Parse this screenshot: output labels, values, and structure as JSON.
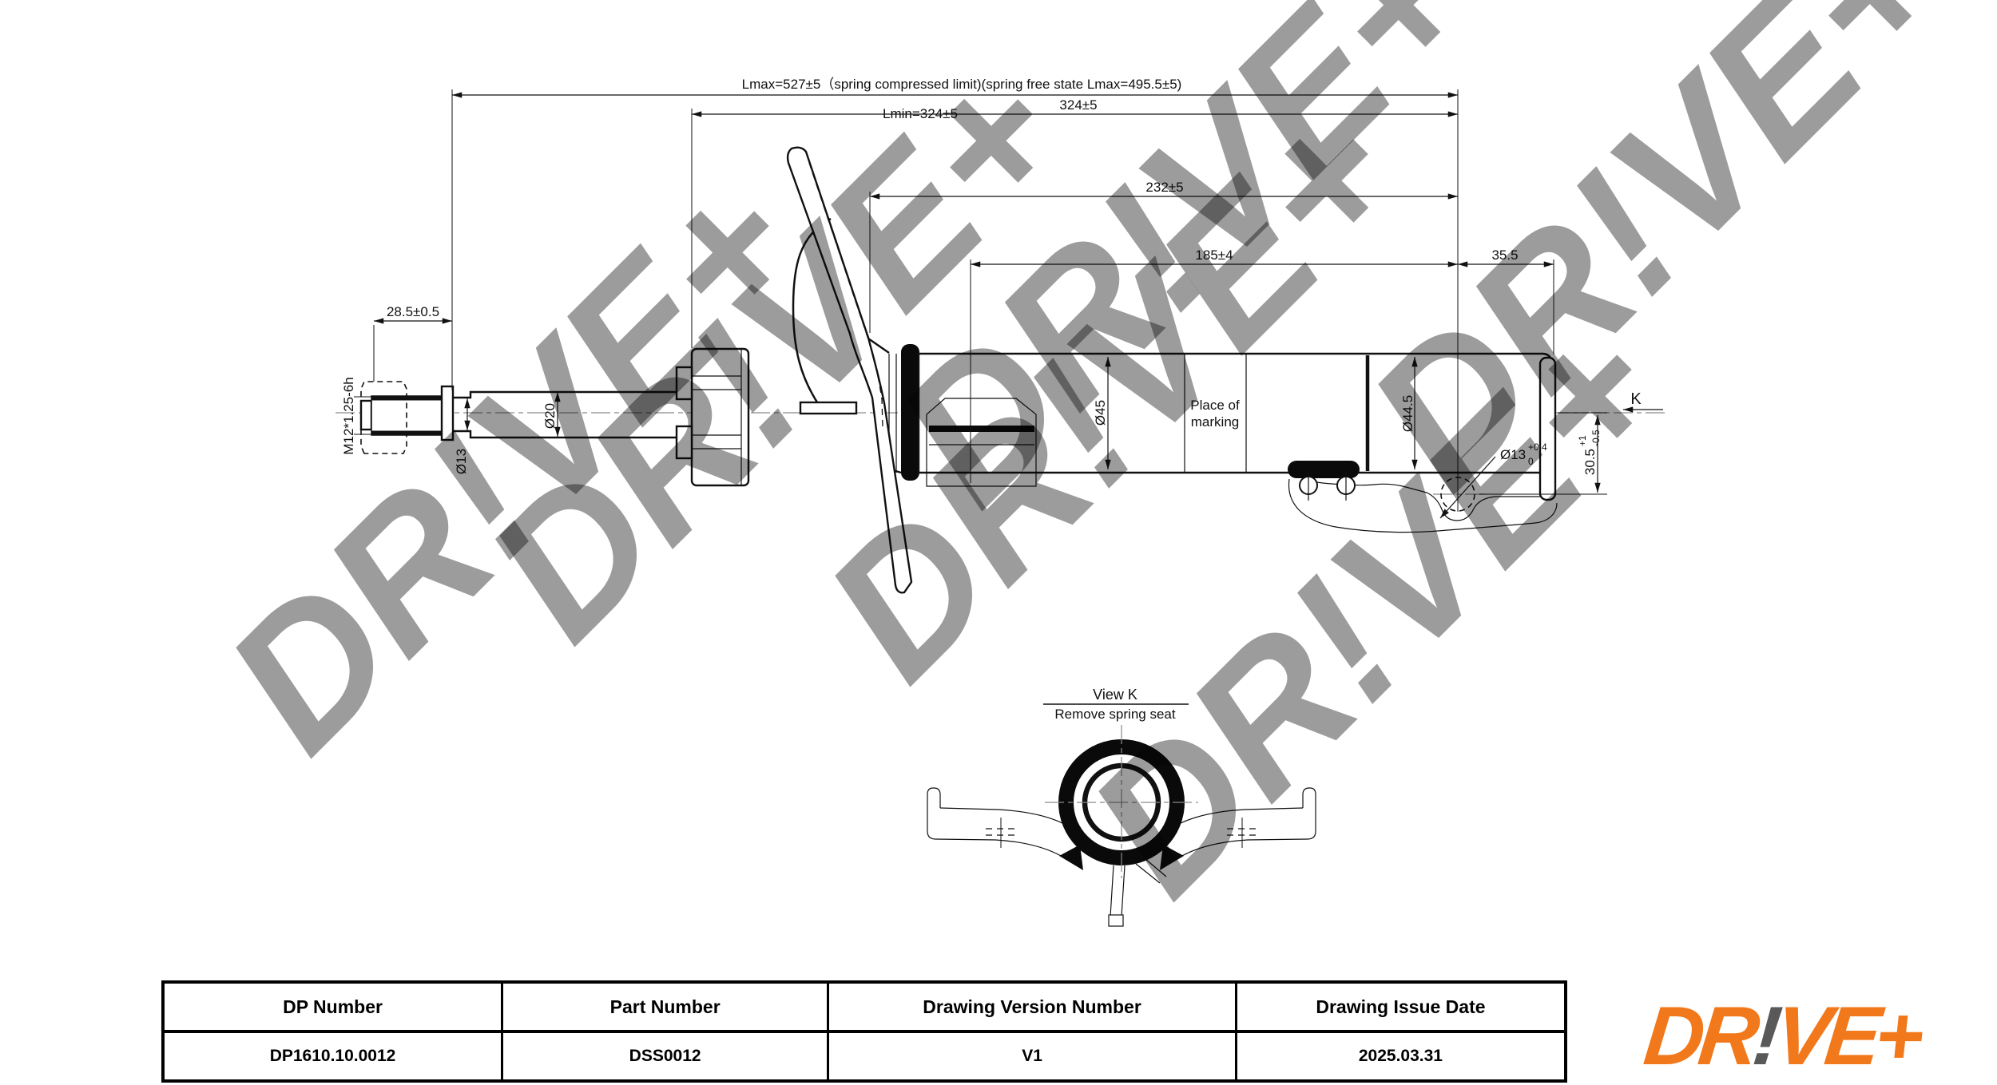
{
  "drawing": {
    "dim_lmax": "Lmax=527±5（spring compressed limit)(spring free state Lmax=495.5±5)",
    "dim_lmin": "Lmin=324±5",
    "dim_324": "324±5",
    "dim_232": "232±5",
    "dim_185": "185±4",
    "dim_35_5": "35.5",
    "dim_28_5": "28.5±0.5",
    "thread_label": "M12*1.25-6h",
    "rod_dia_small": "Ø13",
    "rod_dia": "Ø20",
    "body_dia": "Ø45",
    "body_dia2": "Ø44.5",
    "marking_line1": "Place of",
    "marking_line2": "marking",
    "hole": {
      "main": "Ø13",
      "sup": "+0.4",
      "sub": "0"
    },
    "offset": {
      "main": "30.5",
      "sup": "+1",
      "sub": "-0.5"
    },
    "view_arrow": "K",
    "view_k_title": "View K",
    "view_k_subtitle": "Remove spring seat"
  },
  "watermark": {
    "text": "DR!VE+",
    "color": "#c9c9c9"
  },
  "table": {
    "headers": [
      "DP Number",
      "Part Number",
      "Drawing Version Number",
      "Drawing Issue Date"
    ],
    "values": [
      "DP1610.10.0012",
      "DSS0012",
      "V1",
      "2025.03.31"
    ]
  },
  "logo": {
    "left": "DR",
    "bang": "!",
    "right": "VE+",
    "orange": "#F2791B",
    "gray": "#595959"
  }
}
